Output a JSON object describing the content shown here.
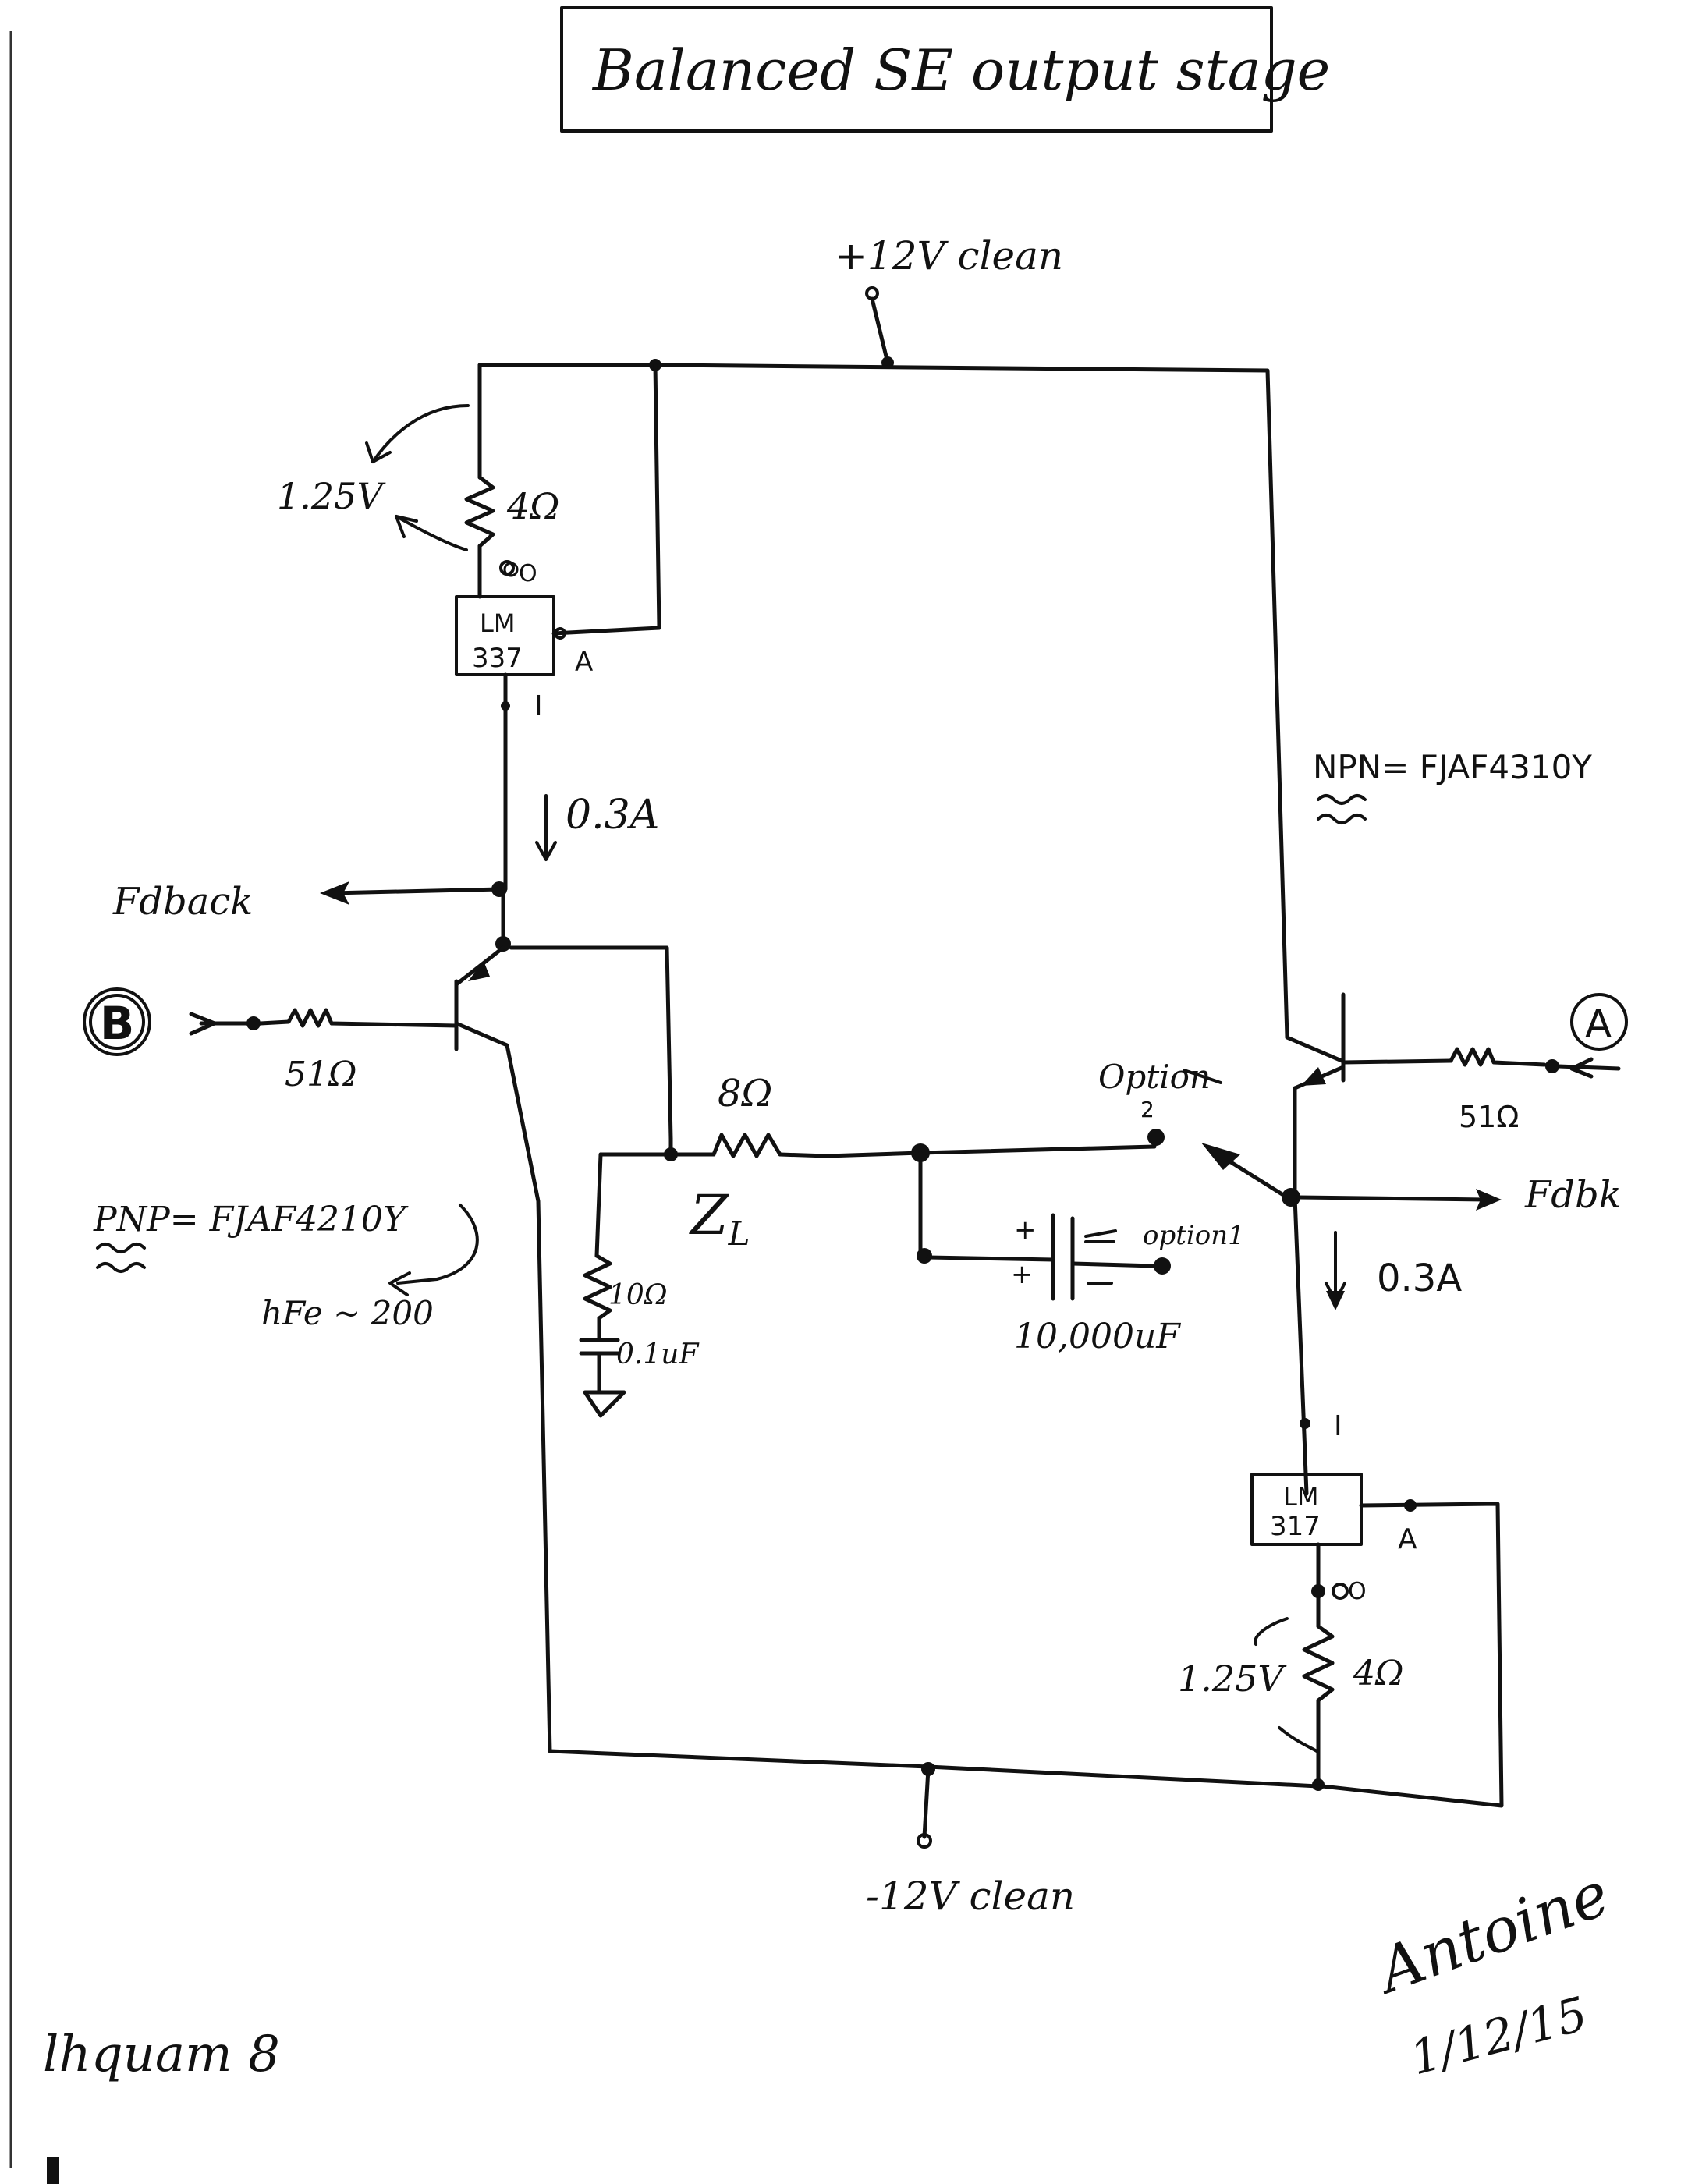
{
  "title": "Balanced SE output stage",
  "supply": {
    "positive": "+12V clean",
    "negative": "-12V clean"
  },
  "upper_source": {
    "regulator_line1": "LM",
    "regulator_line2": "337",
    "pin_o": "O",
    "pin_a": "A",
    "pin_i": "I",
    "resistor": "4Ω",
    "voltage": "1.25V",
    "current": "0.3A"
  },
  "lower_source": {
    "regulator_line1": "LM",
    "regulator_line2": "317",
    "pin_o": "O",
    "pin_a": "A",
    "pin_i": "I",
    "resistor": "4Ω",
    "voltage": "1.25V",
    "current": "0.3A"
  },
  "input_b": {
    "label": "B",
    "resistor": "51Ω"
  },
  "input_a": {
    "label": "A",
    "resistor": "51Ω"
  },
  "feedback_left": "Fdback",
  "feedback_right": "Fdbk",
  "pnp_label": "PNP= FJAF4210Y",
  "hfe_label": "hFe ~ 200",
  "npn_label": "NPN= FJAF4310Y",
  "load": {
    "resistor": "8Ω",
    "name": "Z",
    "name_sub": "L"
  },
  "zobel": {
    "resistor": "10Ω",
    "capacitor": "0.1uF"
  },
  "options": {
    "option2_word": "Option",
    "option2_num": "2",
    "option1": "option1",
    "cap_value": "10,000uF",
    "plus": "+"
  },
  "footer": {
    "left_note": "lhquam 8",
    "signature": "Antoine",
    "date": "1/12/15"
  }
}
